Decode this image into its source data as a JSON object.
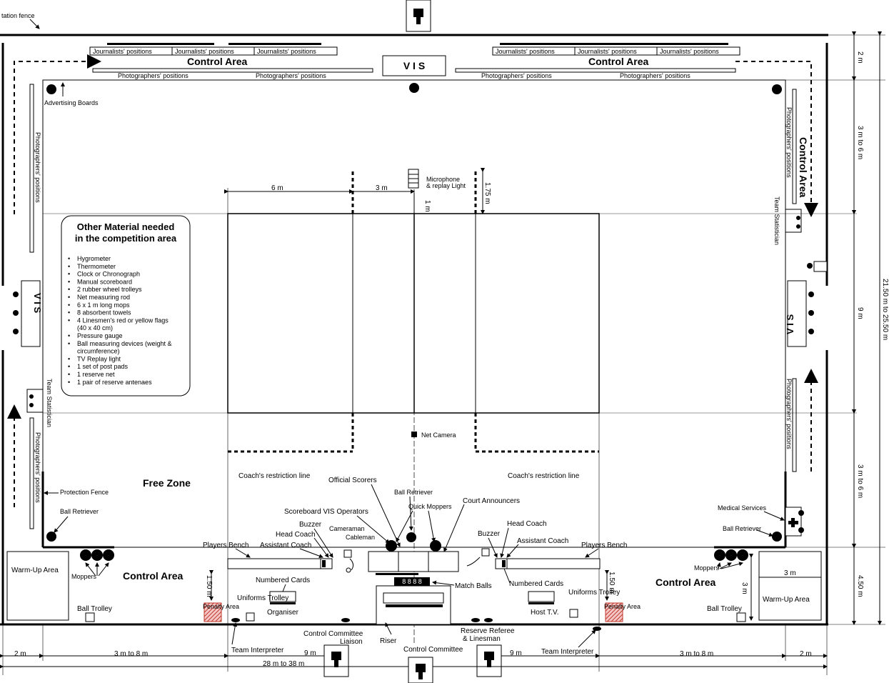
{
  "top_label": "tation fence",
  "vis": "V I S",
  "control_area": "Control Area",
  "free_zone": "Free Zone",
  "journalists": "Journalists' positions",
  "photographers": "Photographers' positions",
  "advertising_boards": "Advertising Boards",
  "team_statistician": "Team Statistician",
  "microphone": "Microphone",
  "replay_light": "& replay Light",
  "net_camera": "Net Camera",
  "coach_line": "Coach's restriction line",
  "protection_fence": "Protection Fence",
  "ball_retriever": "Ball Retriever",
  "moppers": "Moppers",
  "quick_moppers": "Quick Moppers",
  "warmup_area": "Warm-Up Area",
  "ball_trolley": "Ball Trolley",
  "penalty_area": "Penalty Area",
  "uniforms_trolley": "Uniforms Trolley",
  "organiser": "Organiser",
  "host_tv": "Host T.V.",
  "official_scorers": "Official Scorers",
  "court_announcers": "Court Announcers",
  "scoreboard_vis_operators": "Scoreboard VIS Operators",
  "buzzer": "Buzzer",
  "head_coach": "Head Coach",
  "assistant_coach": "Assistant Coach",
  "cameraman": "Cameraman",
  "cableman": "Cableman",
  "players_bench": "Players Bench",
  "numbered_cards": "Numbered Cards",
  "match_balls": "Match Balls",
  "control_committee": "Control Committee",
  "control_committee_liaison": "Control Committee Liaison",
  "riser": "Riser",
  "reserve_referee": "Reserve Referee",
  "linesman": "& Linesman",
  "team_interpreter": "Team Interpreter",
  "medical_services": "Medical Services",
  "scoreboard_digits": "8 8 8 8",
  "dimensions": {
    "d_6m": "6 m",
    "d_3m": "3 m",
    "d_1m": "1 m",
    "d_175m": "1.75 m",
    "d_2m": "2 m",
    "d_3to6": "3 m to 6 m",
    "d_9m": "9 m",
    "d_3to8": "3 m to 8 m",
    "d_450": "4.50 m",
    "d_28to38": "28 m to 38 m",
    "d_2150": "21.50 m to 25.50 m",
    "d_150": "1.50 m",
    "d_3m_w": "3 m"
  },
  "other_material": {
    "title_1": "Other Material needed",
    "title_2": "in the competition area",
    "items": [
      "Hygrometer",
      "Thermometer",
      "Clock or Chronograph",
      "Manual scoreboard",
      "2 rubber wheel trolleys",
      "Net measuring rod",
      "6 x 1 m long mops",
      "8 absorbent towels",
      "4 Linesmen's red or yellow flags",
      "(40 x 40 cm)",
      "Pressure gauge",
      "Ball measuring devices (weight &",
      "circumference)",
      "TV Replay light",
      "1 set of post pads",
      "1 reserve net",
      "1 pair of reserve antenaes"
    ]
  }
}
